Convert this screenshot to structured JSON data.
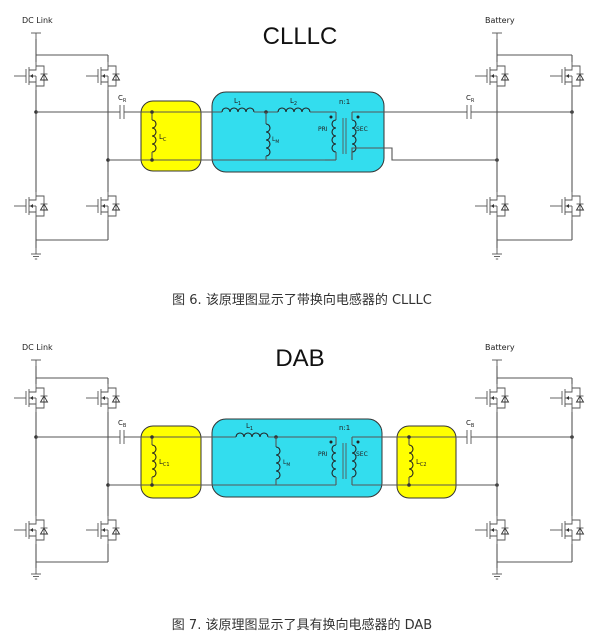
{
  "diagrams": [
    {
      "title": "CLLLC",
      "left_label": "DC Link",
      "right_label": "Battery",
      "cap_left": "C",
      "cap_left_sub": "R",
      "cap_right": "C",
      "cap_right_sub": "R",
      "lc": "L",
      "lc_sub": "C",
      "l1": "L",
      "l1_sub": "1",
      "l2": "L",
      "l2_sub": "2",
      "lm": "L",
      "lm_sub": "M",
      "ratio": "n:1",
      "pri": "PRI",
      "sec": "SEC",
      "caption": "图 6. 该原理图显示了带换向电感器的 CLLLC"
    },
    {
      "title": "DAB",
      "left_label": "DC Link",
      "right_label": "Battery",
      "cap_left": "C",
      "cap_left_sub": "B",
      "cap_right": "C",
      "cap_right_sub": "B",
      "lc": "L",
      "lc_sub": "C1",
      "lc2": "L",
      "lc2_sub": "C2",
      "l1": "L",
      "l1_sub": "1",
      "lm": "L",
      "lm_sub": "M",
      "ratio": "n:1",
      "pri": "PRI",
      "sec": "SEC",
      "caption": "图 7. 该原理图显示了具有换向电感器的 DAB"
    }
  ],
  "colors": {
    "yellow_box": "#ffff00",
    "cyan_box": "#33ddee",
    "wire": "#555555"
  }
}
